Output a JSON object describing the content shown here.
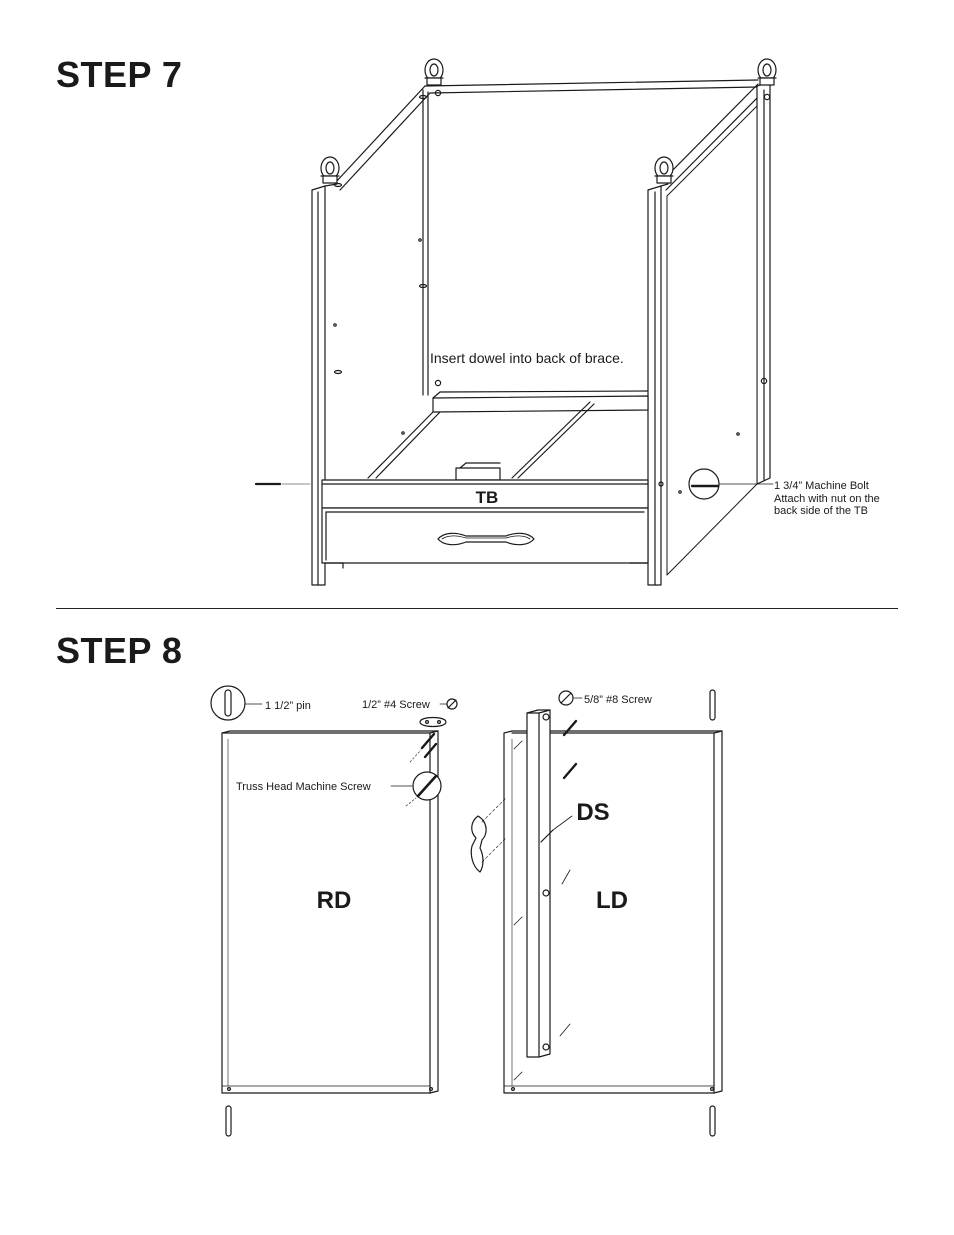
{
  "step7": {
    "title": "STEP 7",
    "panel_label": "TB",
    "dowel_note": "Insert dowel into back of brace.",
    "bolt_callout": {
      "line1": "1 3/4” Machine Bolt",
      "line2": "Attach with nut on the",
      "line3": "back side of the TB"
    }
  },
  "step8": {
    "title": "STEP 8",
    "pin_label": "1 1/2” pin",
    "screw4_label": "1/2” #4 Screw",
    "truss_label": "Truss Head Machine Screw",
    "screw8_label": "5/8” #8 Screw",
    "right_door_label": "RD",
    "left_door_label": "LD",
    "door_stop_label": "DS"
  }
}
